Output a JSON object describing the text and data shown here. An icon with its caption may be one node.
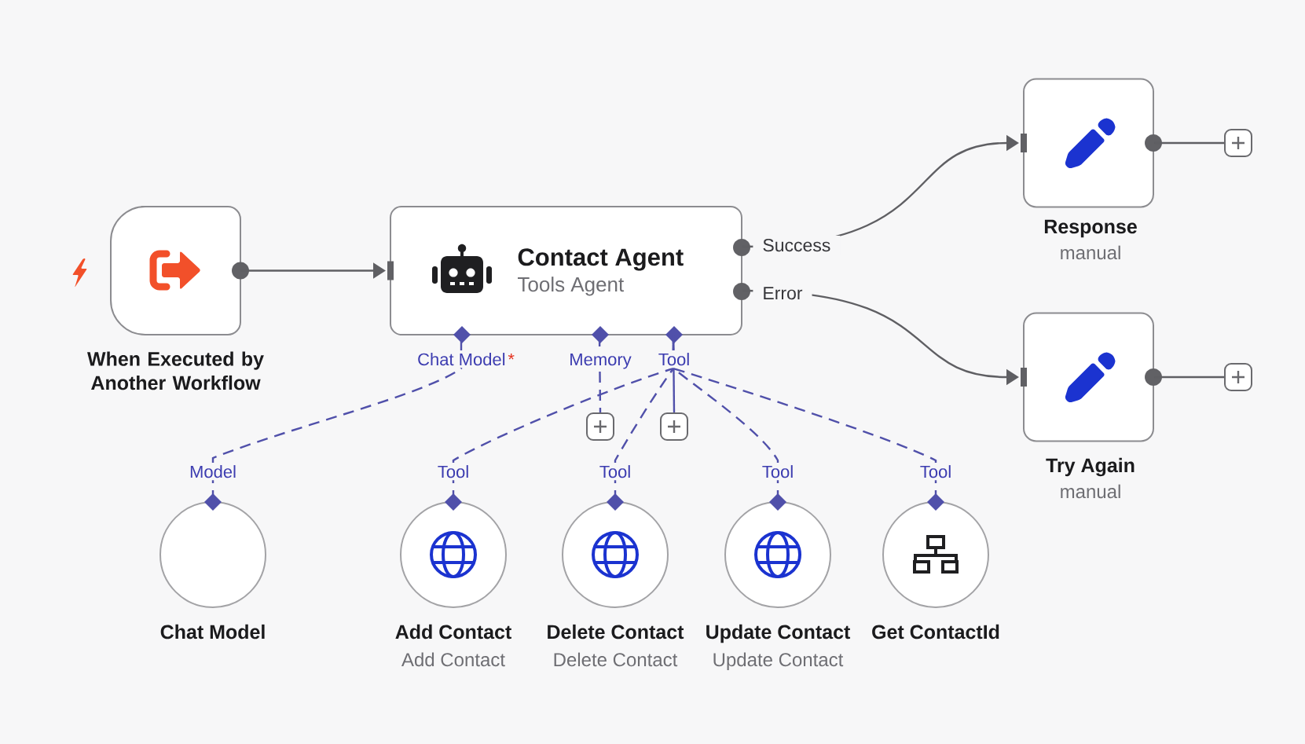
{
  "diagram": {
    "nodes": [
      {
        "text": [
          "When Executed by Another Workflow"
        ]
      },
      {
        "text": [
          "Contact Agent",
          "Tools Agent"
        ],
        "beside": [
          "Chat Model",
          "*",
          "Memory",
          "Tool"
        ]
      },
      {
        "text": [
          "Response",
          "manual"
        ]
      },
      {
        "text": [],
        "shape": "box"
      },
      {
        "text": [
          "Try Again",
          "manual"
        ]
      },
      {
        "text": [],
        "shape": "box"
      },
      {
        "text": [],
        "shape": "box"
      },
      {
        "text": [],
        "shape": "box"
      },
      {
        "text": [
          "Chat Model"
        ],
        "beside": [
          "Model"
        ]
      },
      {
        "text": [
          "Add Contact",
          "Add Contact"
        ],
        "beside": [
          "Tool"
        ]
      },
      {
        "text": [
          "Delete Contact",
          "Delete Contact"
        ],
        "beside": [
          "Tool"
        ]
      },
      {
        "text": [
          "Update Contact",
          "Update Contact"
        ],
        "beside": [
          "Tool"
        ]
      },
      {
        "text": [
          "Get ContactId"
        ],
        "beside": [
          "Tool"
        ]
      }
    ],
    "edges": [
      {
        "from": 0,
        "to": 1,
        "arrow": "to",
        "color": "#5f5f63"
      },
      {
        "from": 1,
        "to": 2,
        "arrow": "to",
        "label": "Success",
        "color": "#5f5f63"
      },
      {
        "from": 1,
        "to": 4,
        "arrow": "to",
        "label": "Error",
        "color": "#5f5f63"
      },
      {
        "from": 2,
        "to": 3,
        "arrow": "none",
        "color": "#5f5f63"
      },
      {
        "from": 4,
        "to": 5,
        "arrow": "none",
        "color": "#5f5f63"
      },
      {
        "from": 8,
        "to": 1,
        "arrow": "none",
        "style": "dashed"
      },
      {
        "from": 1,
        "to": 6,
        "arrow": "none",
        "style": "dashed"
      },
      {
        "from": 1,
        "to": 7,
        "arrow": "none"
      },
      {
        "from": 9,
        "to": 1,
        "arrow": "none",
        "style": "dashed"
      },
      {
        "from": 10,
        "to": 1,
        "arrow": "none",
        "style": "dashed"
      },
      {
        "from": 11,
        "to": 1,
        "arrow": "none",
        "style": "dashed"
      },
      {
        "from": 12,
        "to": 1,
        "arrow": "none",
        "style": "dashed"
      }
    ]
  }
}
